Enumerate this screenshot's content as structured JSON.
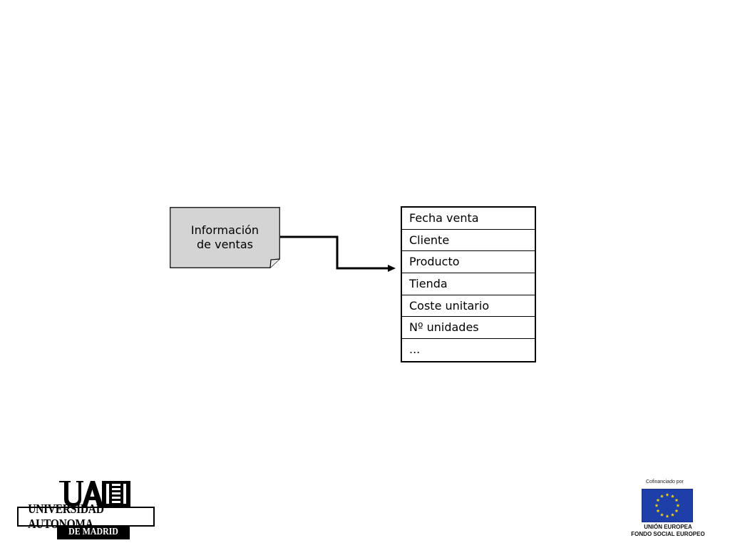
{
  "source": {
    "label_lines": [
      "Información",
      "de ventas"
    ],
    "fill_color": "#d4d4d4"
  },
  "fields": [
    "Fecha venta",
    "Cliente",
    "Producto",
    "Tienda",
    "Coste unitario",
    "Nº unidades",
    "..."
  ],
  "logos": {
    "left": {
      "icon": "uam-logo",
      "letters": "UAM",
      "name": "UNIVERSIDAD AUTONOMA",
      "sub": "DE MADRID"
    },
    "right": {
      "icon": "eu-flag-icon",
      "caption": "Cofinanciado por",
      "line1": "UNIÓN EUROPEA",
      "line2": "FONDO SOCIAL EUROPEO",
      "flag_color": "#1f3fa8",
      "star_color": "#ffd700"
    }
  }
}
